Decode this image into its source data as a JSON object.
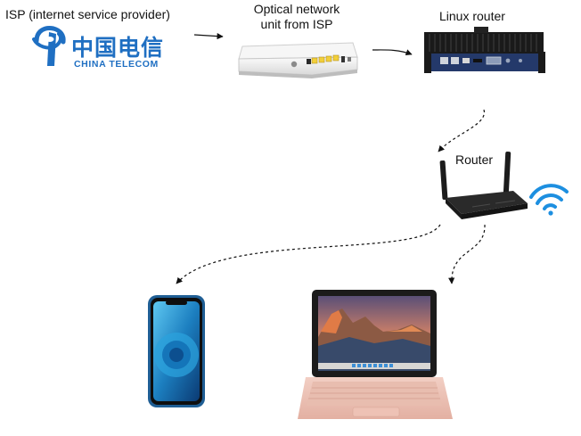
{
  "labels": {
    "isp": "ISP (internet service provider)",
    "ont_line1": "Optical network",
    "ont_line2": "unit from ISP",
    "linux_router": "Linux router",
    "router": "Router"
  },
  "logo": {
    "chinese": "中国电信",
    "english": "CHINA TELECOM"
  },
  "icons": {
    "isp_logo": "china-telecom-logo",
    "ont": "optical-network-unit-icon",
    "linux_router": "linux-router-icon",
    "router": "wifi-router-icon",
    "wifi": "wifi-signal-icon",
    "phone": "smartphone-icon",
    "laptop": "laptop-icon"
  },
  "colors": {
    "brand_blue": "#1f6fc2",
    "wifi_blue": "#1d8fe0",
    "arrow": "#111111"
  }
}
